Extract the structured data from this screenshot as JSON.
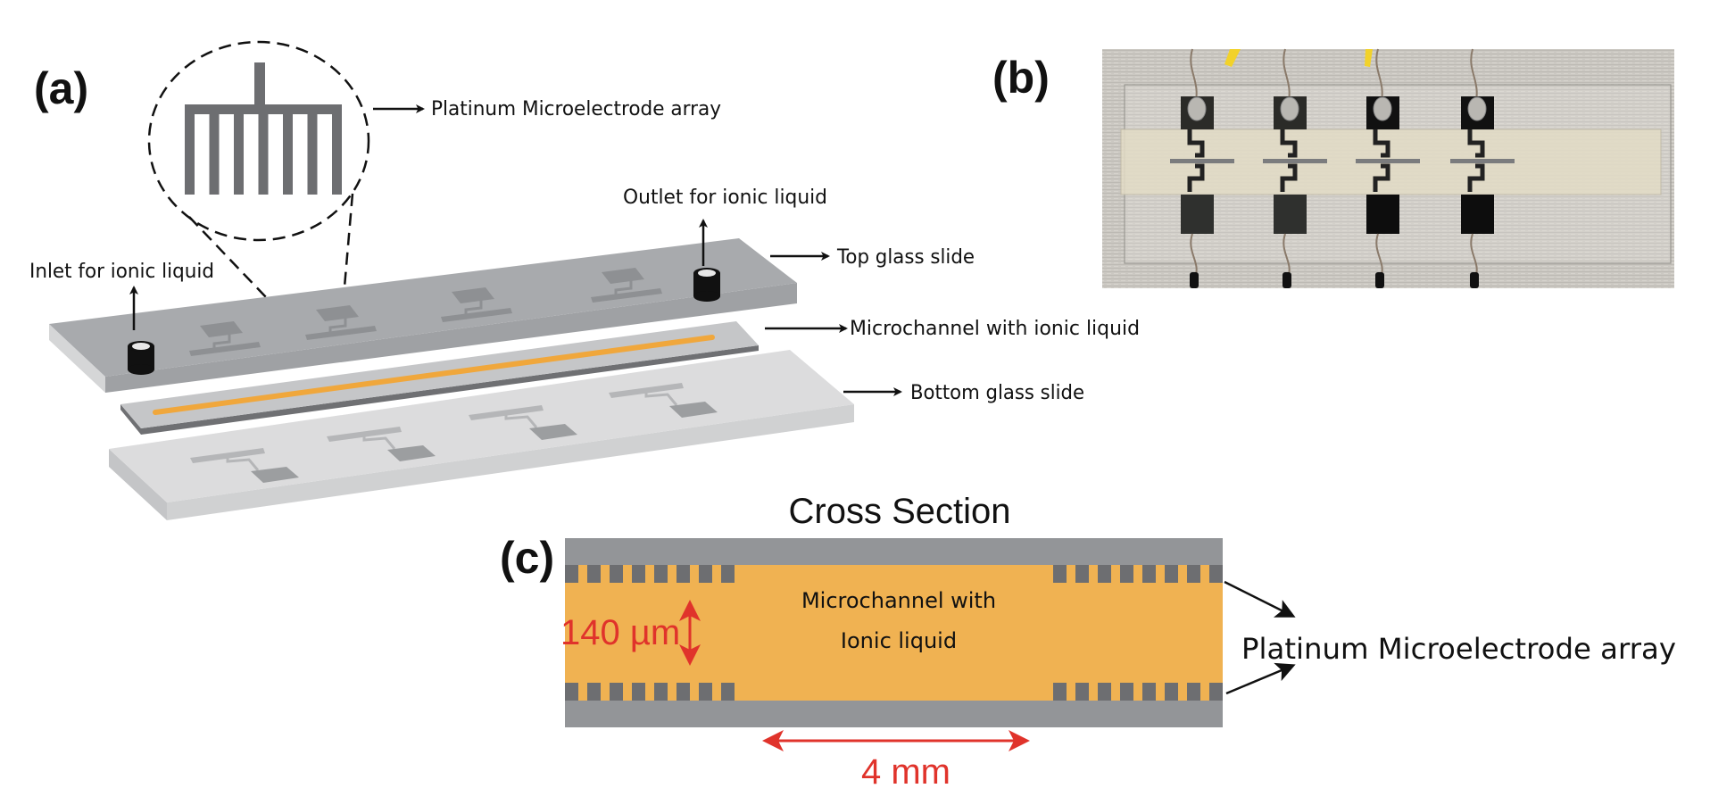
{
  "figure": {
    "panels": {
      "a": {
        "label": "(a)",
        "callouts": {
          "microelectrode": "Platinum Microelectrode array",
          "outlet": "Outlet for ionic liquid",
          "inlet": "Inlet for ionic liquid",
          "top_slide": "Top glass slide",
          "microchannel": "Microchannel with ionic liquid",
          "bottom_slide": "Bottom glass slide"
        },
        "comb_tine_count": 7,
        "top_slide_electrode_count": 4,
        "bottom_slide_electrode_count": 4
      },
      "b": {
        "label": "(b)",
        "photo_description": "Photograph of fabricated device with four wired platinum electrode pads on a glass slide",
        "electrode_count": 4
      },
      "c": {
        "label": "(c)",
        "title": "Cross Section",
        "channel_label_line1": "Microchannel with",
        "channel_label_line2": "Ionic liquid",
        "height_dimension": "140 µm",
        "width_dimension": "4 mm",
        "electrode_label": "Platinum Microelectrode array",
        "electrodes_per_group": 8
      }
    },
    "colors": {
      "glass_top": "#a7a9ac",
      "glass_top_front": "#9c9ea1",
      "glass_top_side": "#d5d6d7",
      "glass_bottom": "#d9d9da",
      "glass_bottom_front": "#cfd0d1",
      "glass_bottom_side": "#c4c5c7",
      "middle_slide": "#c5c6c8",
      "middle_slide_edge": "#6f7073",
      "ionic_liquid": "#f0a73c",
      "cross_section_glass": "#939598",
      "cross_section_electrode": "#6d6e71",
      "cross_section_liquid": "#f0b252",
      "dimension_red": "#e0332b",
      "electrode_dark": "#8c8e91",
      "electrode_light": "#b9babc",
      "comb": "#6d6e71"
    }
  }
}
